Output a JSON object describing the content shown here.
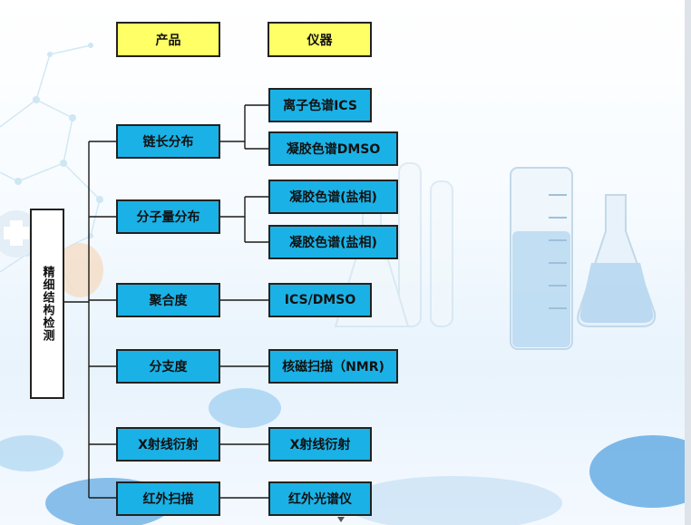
{
  "header": {
    "product_label": "产品",
    "instrument_label": "仪器"
  },
  "root": {
    "label": "精细结构检测"
  },
  "products": [
    {
      "label": "链长分布"
    },
    {
      "label": "分子量分布"
    },
    {
      "label": "聚合度"
    },
    {
      "label": "分支度"
    },
    {
      "label": "X射线衍射"
    },
    {
      "label": "红外扫描"
    }
  ],
  "instruments": [
    {
      "label": "离子色谱ICS"
    },
    {
      "label": "凝胶色谱DMSO"
    },
    {
      "label": "凝胶色谱(盐相)"
    },
    {
      "label": "凝胶色谱(盐相)"
    },
    {
      "label": "ICS/DMSO"
    },
    {
      "label": "核磁扫描（NMR)"
    },
    {
      "label": "X射线衍射"
    },
    {
      "label": "红外光谱仪"
    }
  ],
  "colors": {
    "header": "#ffff66",
    "product": "#1ab2e6",
    "instrument": "#1ab2e6",
    "root": "#ffffff"
  }
}
